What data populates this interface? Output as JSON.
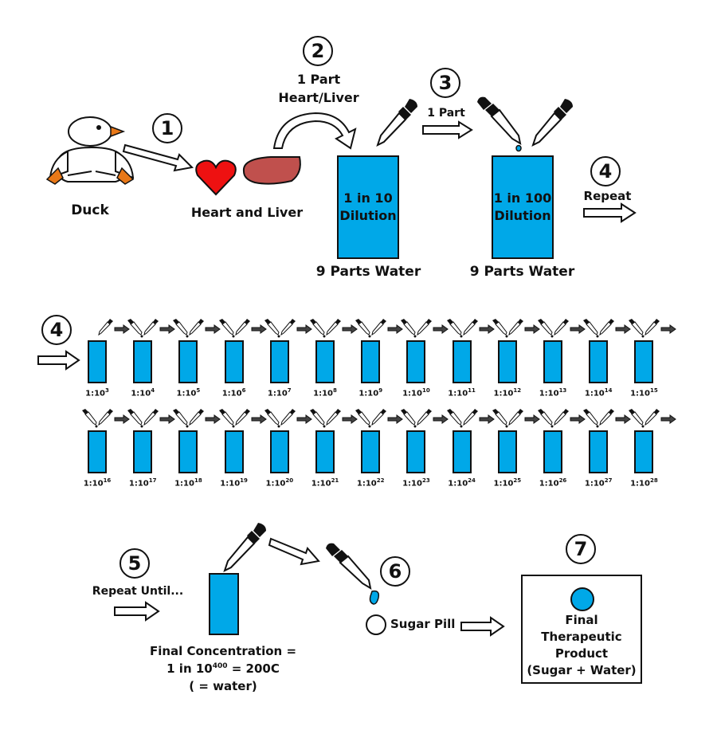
{
  "colors": {
    "liquid": "#00a8e8",
    "heart": "#ee1111",
    "liver": "#c0504d",
    "beak_feet": "#e87818",
    "outline": "#111111"
  },
  "steps": [
    "1",
    "2",
    "3",
    "4",
    "4",
    "5",
    "6",
    "7"
  ],
  "top": {
    "duck_label": "Duck",
    "heart_liver_label": "Heart and Liver",
    "step2_text_line1": "1 Part",
    "step2_text_line2": "Heart/Liver",
    "step3_text": "1 Part",
    "beaker1_line1": "1 in 10",
    "beaker1_line2": "Dilution",
    "beaker1_caption": "9 Parts Water",
    "beaker2_line1": "1 in 100",
    "beaker2_line2": "Dilution",
    "beaker2_caption": "9 Parts Water",
    "step4_text": "Repeat"
  },
  "series": {
    "row1": [
      {
        "base": "1:10",
        "exp": "3"
      },
      {
        "base": "1:10",
        "exp": "4"
      },
      {
        "base": "1:10",
        "exp": "5"
      },
      {
        "base": "1:10",
        "exp": "6"
      },
      {
        "base": "1:10",
        "exp": "7"
      },
      {
        "base": "1:10",
        "exp": "8"
      },
      {
        "base": "1:10",
        "exp": "9"
      },
      {
        "base": "1:10",
        "exp": "10"
      },
      {
        "base": "1:10",
        "exp": "11"
      },
      {
        "base": "1:10",
        "exp": "12"
      },
      {
        "base": "1:10",
        "exp": "13"
      },
      {
        "base": "1:10",
        "exp": "14"
      },
      {
        "base": "1:10",
        "exp": "15"
      }
    ],
    "row2": [
      {
        "base": "1:10",
        "exp": "16"
      },
      {
        "base": "1:10",
        "exp": "17"
      },
      {
        "base": "1:10",
        "exp": "18"
      },
      {
        "base": "1:10",
        "exp": "19"
      },
      {
        "base": "1:10",
        "exp": "20"
      },
      {
        "base": "1:10",
        "exp": "21"
      },
      {
        "base": "1:10",
        "exp": "22"
      },
      {
        "base": "1:10",
        "exp": "23"
      },
      {
        "base": "1:10",
        "exp": "24"
      },
      {
        "base": "1:10",
        "exp": "25"
      },
      {
        "base": "1:10",
        "exp": "26"
      },
      {
        "base": "1:10",
        "exp": "27"
      },
      {
        "base": "1:10",
        "exp": "28"
      }
    ]
  },
  "bottom": {
    "step5_text": "Repeat Until...",
    "final_line1": "Final Concentration =",
    "final_line2_pre": "1 in 10",
    "final_line2_exp": "400",
    "final_line2_post": " = 200C",
    "final_line3": "( = water)",
    "sugar_pill_label": "Sugar Pill",
    "product_line1": "Final",
    "product_line2": "Therapeutic",
    "product_line3": "Product",
    "product_line4": "(Sugar + Water)"
  }
}
